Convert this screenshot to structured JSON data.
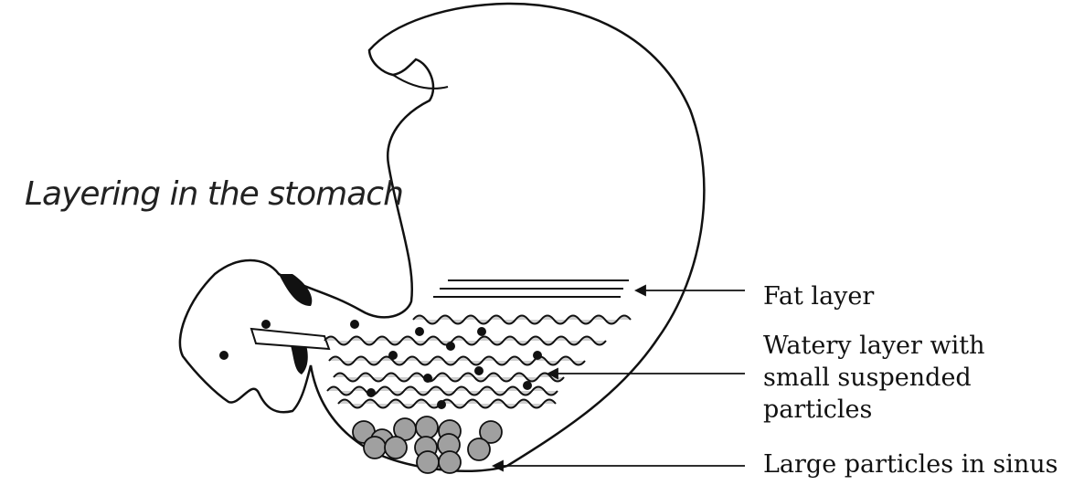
{
  "title": "Layering in the stomach",
  "labels": {
    "fat": "Fat layer",
    "watery_line1": "Watery layer with",
    "watery_line2": "small suspended",
    "watery_line3": "particles",
    "large": "Large particles in sinus"
  },
  "colors": {
    "outline": "#111111",
    "wave_fill": "#a6a6a6",
    "particle_fill": "#a0a0a0",
    "dot": "#111111"
  }
}
